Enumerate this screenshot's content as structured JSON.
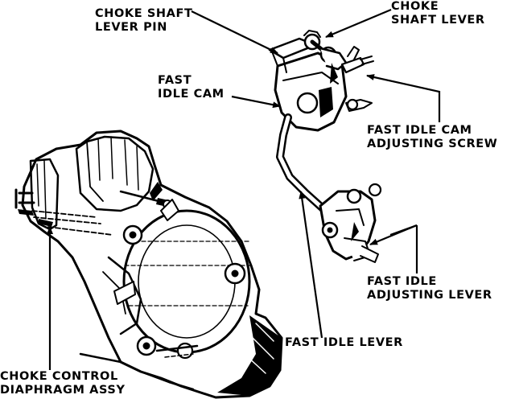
{
  "labels": {
    "choke_shaft_lever_pin": [
      "CHOKE SHAFT",
      "LEVER PIN"
    ],
    "choke_shaft_lever": [
      "CHOKE",
      "SHAFT LEVER"
    ],
    "fast_idle_cam": [
      "FAST",
      "IDLE CAM"
    ],
    "fast_idle_cam_adjusting_screw": [
      "FAST IDLE CAM",
      "ADJUSTING SCREW"
    ],
    "fast_idle_adjusting_lever": [
      "FAST IDLE",
      "ADJUSTING LEVER"
    ],
    "fast_idle_lever": [
      "FAST IDLE LEVER"
    ],
    "choke_control_diaphragm_assy": [
      "CHOKE CONTROL",
      "DIAPHRAGM ASSY"
    ]
  },
  "colors": {
    "ink": "#000000",
    "paper": "#ffffff"
  }
}
